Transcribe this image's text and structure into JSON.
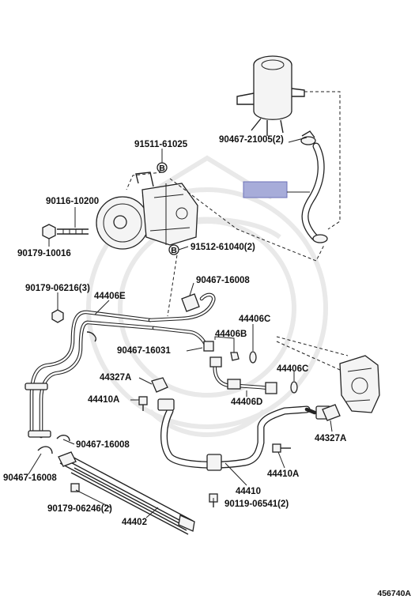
{
  "diagram": {
    "highlight_color": "#a7acd9",
    "labels": {
      "p91511_61025": "91511-61025",
      "p90467_21005": "90467-21005(2)",
      "p90116_10200": "90116-10200",
      "p90179_10016": "90179-10016",
      "p91512_61040": "91512-61040(2)",
      "p90179_06216": "90179-06216(3)",
      "p44406E": "44406E",
      "p90467_16008_a": "90467-16008",
      "p44406C_a": "44406C",
      "p44406B": "44406B",
      "p90467_16031": "90467-16031",
      "p44406C_b": "44406C",
      "p44327A_a": "44327A",
      "p44410A_a": "44410A",
      "p44406D": "44406D",
      "p90467_16008_b": "90467-16008",
      "p44327A_b": "44327A",
      "p90467_16008_c": "90467-16008",
      "p44410A_b": "44410A",
      "p44410": "44410",
      "p90119_06541": "90119-06541(2)",
      "p90179_06246": "90179-06246(2)",
      "p44402": "44402"
    },
    "bolt_marks": {
      "b1": "B",
      "b2": "B"
    },
    "figure_number": "456740A"
  }
}
